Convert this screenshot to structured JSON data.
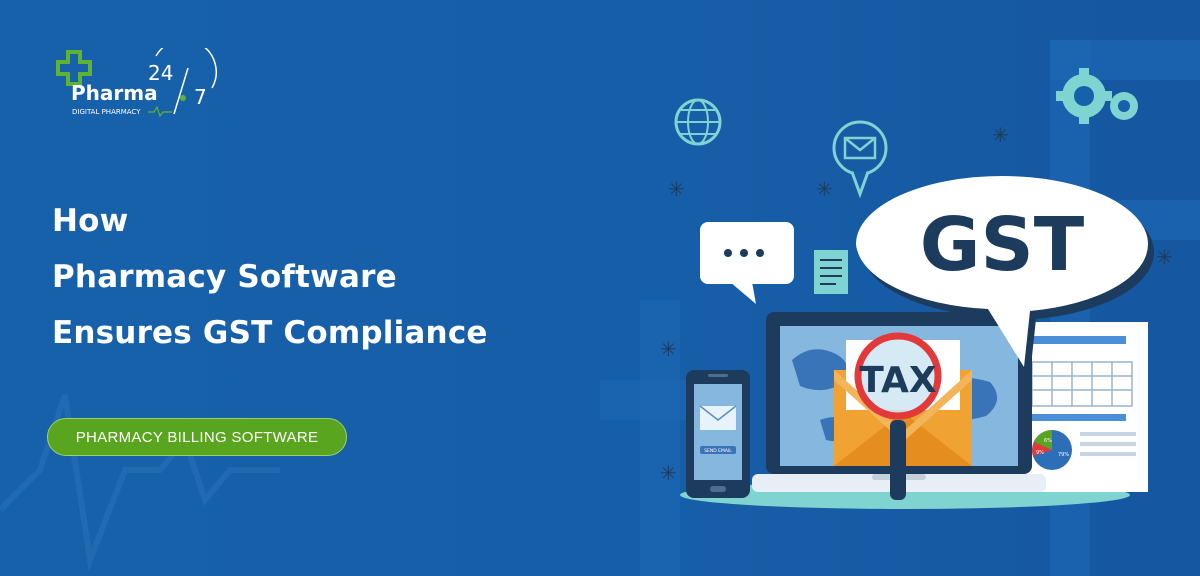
{
  "brand": {
    "logo_name": "Pharma",
    "logo_number_top": "24",
    "logo_number_bottom": "7",
    "tagline": "DIGITAL PHARMACY"
  },
  "headline": {
    "line1": "How",
    "line2": "Pharmacy Software",
    "line3": "Ensures GST Compliance"
  },
  "cta": {
    "label": "PHARMACY BILLING SOFTWARE"
  },
  "illustration": {
    "speech_bubble_text": "GST",
    "magnifier_text": "TAX",
    "phone_button_text": "SEND EMAIL",
    "pie_labels": [
      "6%",
      "9%",
      "79%"
    ],
    "icons": [
      "globe-icon",
      "mail-pin-icon",
      "gears-icon",
      "document-icon",
      "chat-bubble-icon",
      "sparkle-icon"
    ]
  },
  "colors": {
    "background": "#1760aa",
    "accent_green": "#5aa51f",
    "teal": "#7fd3d0",
    "navy": "#1d3b5c",
    "envelope": "#f0a233",
    "magnifier_ring": "#e23a3a"
  }
}
